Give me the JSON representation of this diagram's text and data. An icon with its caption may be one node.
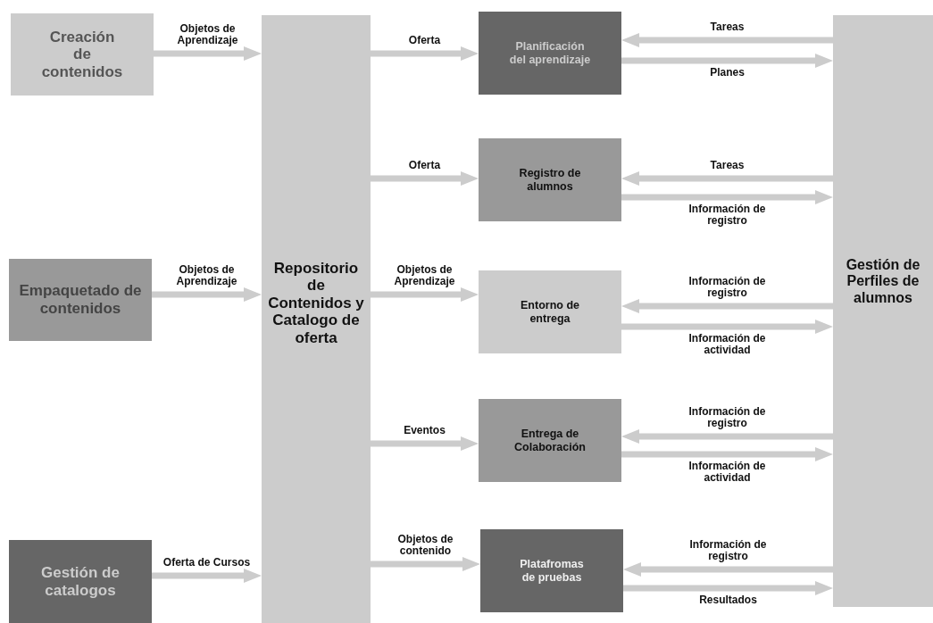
{
  "diagram": {
    "nodes": [
      {
        "text": [
          "Creación de contenidos"
        ]
      },
      {
        "text": [
          "Empaquetado de contenidos"
        ]
      },
      {
        "text": [
          "Gestión de catalogos"
        ]
      },
      {
        "text": [
          "Repositorio de Contenidos y Catalogo de oferta"
        ]
      },
      {
        "text": [
          "Planificación del aprendizaje"
        ]
      },
      {
        "text": [
          "Registro de alumnos"
        ]
      },
      {
        "text": [
          "Entorno de entrega"
        ]
      },
      {
        "text": [
          "Entrega de Colaboración"
        ]
      },
      {
        "text": [
          "Platafromas de pruebas"
        ]
      },
      {
        "text": [
          "Gestión de Perfiles de alumnos"
        ]
      }
    ],
    "edges": [
      {
        "from": 0,
        "to": 3,
        "arrow": "to",
        "label": "Objetos de Aprendizaje"
      },
      {
        "from": 1,
        "to": 3,
        "arrow": "to",
        "label": "Objetos de Aprendizaje"
      },
      {
        "from": 2,
        "to": 3,
        "arrow": "to",
        "label": "Oferta de Cursos"
      },
      {
        "from": 3,
        "to": 4,
        "arrow": "to",
        "label": "Oferta"
      },
      {
        "from": 3,
        "to": 5,
        "arrow": "to",
        "label": "Oferta"
      },
      {
        "from": 3,
        "to": 6,
        "arrow": "to",
        "label": "Objetos de Aprendizaje"
      },
      {
        "from": 3,
        "to": 7,
        "arrow": "to",
        "label": "Eventos"
      },
      {
        "from": 3,
        "to": 8,
        "arrow": "to",
        "label": "Objetos de contenido"
      },
      {
        "from": 9,
        "to": 4,
        "arrow": "to",
        "label": "Tareas"
      },
      {
        "from": 4,
        "to": 9,
        "arrow": "to",
        "label": "Planes"
      },
      {
        "from": 9,
        "to": 5,
        "arrow": "to",
        "label": "Tareas"
      },
      {
        "from": 5,
        "to": 9,
        "arrow": "to",
        "label": "Información de registro"
      },
      {
        "from": 9,
        "to": 6,
        "arrow": "to",
        "label": "Información de registro"
      },
      {
        "from": 6,
        "to": 9,
        "arrow": "to",
        "label": "Información de actividad"
      },
      {
        "from": 9,
        "to": 7,
        "arrow": "to",
        "label": "Información de registro"
      },
      {
        "from": 7,
        "to": 9,
        "arrow": "to",
        "label": "Información de actividad"
      },
      {
        "from": 9,
        "to": 8,
        "arrow": "to",
        "label": "Información de registro"
      },
      {
        "from": 8,
        "to": 9,
        "arrow": "to",
        "label": "Resultados"
      }
    ]
  }
}
